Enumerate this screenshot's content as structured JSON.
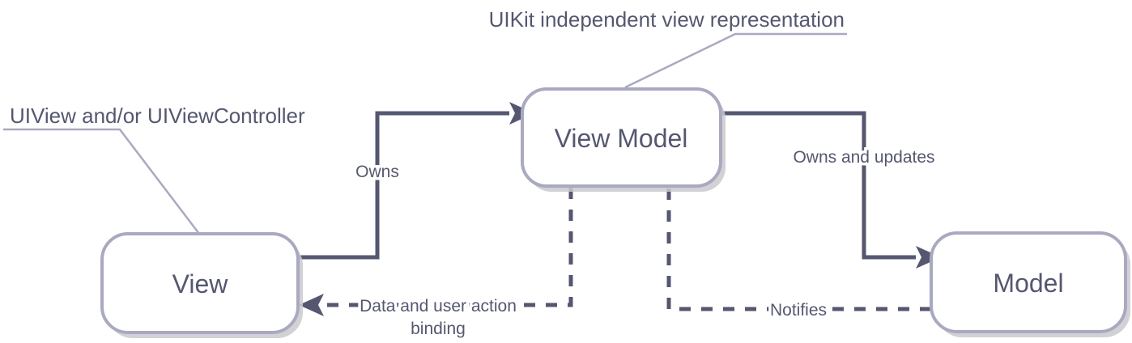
{
  "diagram": {
    "title": "MVVM architecture diagram",
    "colors": {
      "node_border": "#a9a9c0",
      "node_fill": "#ffffff",
      "node_shadow": "#c9c9cf",
      "edge": "#555770",
      "text": "#555770",
      "callout": "#a9a9c0",
      "background": "#ffffff"
    },
    "nodes": [
      {
        "id": "view",
        "label": "View"
      },
      {
        "id": "view-model",
        "label": "View Model"
      },
      {
        "id": "model",
        "label": "Model"
      }
    ],
    "edges": [
      {
        "id": "owns",
        "label": "Owns",
        "from": "View",
        "to": "View Model",
        "style": "solid"
      },
      {
        "id": "owns-and-updates",
        "label": "Owns and updates",
        "from": "View Model",
        "to": "Model",
        "style": "solid"
      },
      {
        "id": "data-binding",
        "label_line_1": "Data and user action",
        "label_line_2": "binding",
        "from": "View Model",
        "to": "View",
        "style": "dashed"
      },
      {
        "id": "notifies",
        "label": "Notifies",
        "from": "Model",
        "to": "View Model",
        "style": "dashed"
      }
    ],
    "callouts": [
      {
        "id": "view-callout",
        "label": "UIView and/or UIViewController",
        "target": "View"
      },
      {
        "id": "view-model-callout",
        "label": "UIKit independent view representation",
        "target": "View Model"
      }
    ]
  }
}
